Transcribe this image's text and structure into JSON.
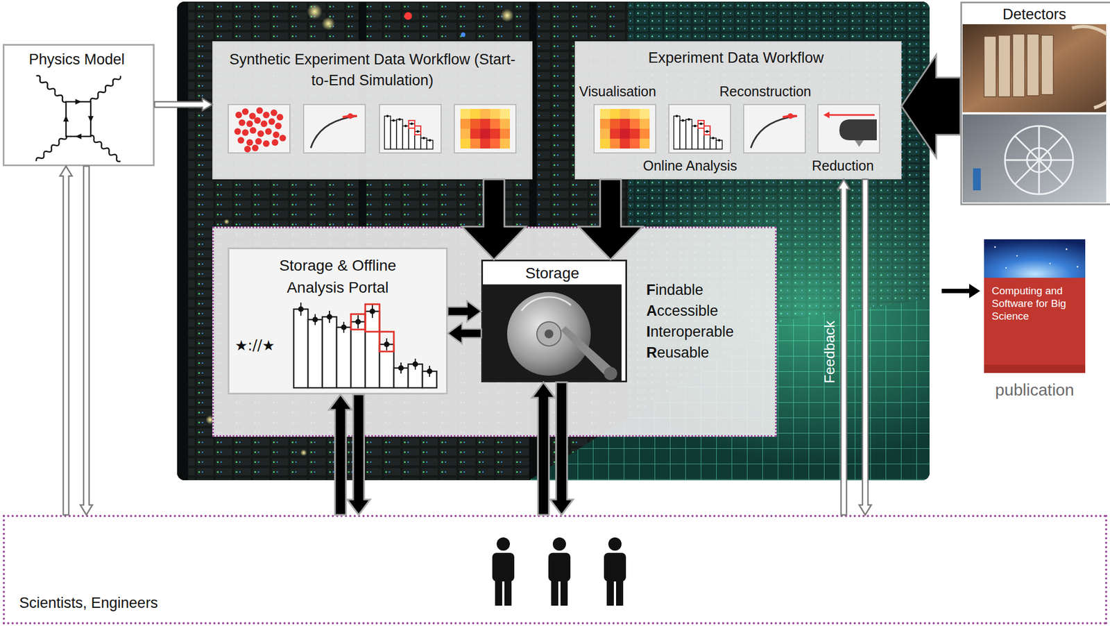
{
  "diagram": {
    "nodes": [
      {
        "text": [
          "Physics Model"
        ]
      },
      {
        "text": [
          "Synthetic Experiment Data Workflow (Start-to-End Simulation)"
        ]
      },
      {
        "text": [
          "Experiment Data Workflow",
          "Visualisation",
          "Reconstruction",
          "Online Analysis",
          "Reduction"
        ]
      },
      {
        "text": [
          "Detectors"
        ]
      },
      {
        "text": [
          "Findable",
          "Accessible",
          "Interoperable",
          "Reusable"
        ]
      },
      {
        "text": [
          "Storage & Offline Analysis Portal",
          "★://★"
        ],
        "in": 4
      },
      {
        "text": [
          "Storage"
        ],
        "in": 4
      },
      {
        "text": [
          "Computing and Software for Big Science",
          "publication"
        ]
      },
      {
        "text": [
          "Scientists, Engineers"
        ]
      }
    ],
    "edges": [
      {
        "from": 0,
        "to": 1,
        "arrow": "to"
      },
      {
        "from": 3,
        "to": 2,
        "arrow": "to"
      },
      {
        "from": 1,
        "to": 6,
        "arrow": "to"
      },
      {
        "from": 2,
        "to": 6,
        "arrow": "to"
      },
      {
        "from": 5,
        "to": 6,
        "arrow": "to"
      },
      {
        "from": 6,
        "to": 5,
        "arrow": "to"
      },
      {
        "from": 8,
        "to": 0,
        "arrow": "to"
      },
      {
        "from": 0,
        "to": 8,
        "arrow": "to"
      },
      {
        "from": 8,
        "to": 5,
        "arrow": "to"
      },
      {
        "from": 5,
        "to": 8,
        "arrow": "to"
      },
      {
        "from": 8,
        "to": 6,
        "arrow": "to"
      },
      {
        "from": 6,
        "to": 8,
        "arrow": "to"
      },
      {
        "from": 8,
        "to": 2,
        "label": "Feedback",
        "arrow": "to"
      },
      {
        "from": 2,
        "to": 8,
        "arrow": "to"
      }
    ]
  }
}
